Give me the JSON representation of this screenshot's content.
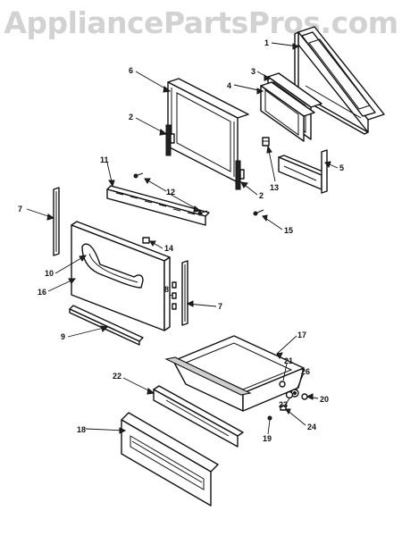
{
  "watermark": "AppliancePartsPros.com",
  "callouts": [
    {
      "id": "c1",
      "text": "1"
    },
    {
      "id": "c3",
      "text": "3"
    },
    {
      "id": "c4",
      "text": "4"
    },
    {
      "id": "c6",
      "text": "6"
    },
    {
      "id": "c2a",
      "text": "2"
    },
    {
      "id": "c2b",
      "text": "2"
    },
    {
      "id": "c5",
      "text": "5"
    },
    {
      "id": "c13",
      "text": "13"
    },
    {
      "id": "c11",
      "text": "11"
    },
    {
      "id": "c12",
      "text": "12"
    },
    {
      "id": "c15",
      "text": "15"
    },
    {
      "id": "c7a",
      "text": "7"
    },
    {
      "id": "c14",
      "text": "14"
    },
    {
      "id": "c10",
      "text": "10"
    },
    {
      "id": "c16",
      "text": "16"
    },
    {
      "id": "c8",
      "text": "8"
    },
    {
      "id": "c7b",
      "text": "7"
    },
    {
      "id": "c9",
      "text": "9"
    },
    {
      "id": "c17",
      "text": "17"
    },
    {
      "id": "c21",
      "text": "21"
    },
    {
      "id": "c26",
      "text": "26"
    },
    {
      "id": "c22",
      "text": "22"
    },
    {
      "id": "c20",
      "text": "20"
    },
    {
      "id": "c23",
      "text": "23"
    },
    {
      "id": "c24",
      "text": "24"
    },
    {
      "id": "c18",
      "text": "18"
    },
    {
      "id": "c19",
      "text": "19"
    }
  ]
}
